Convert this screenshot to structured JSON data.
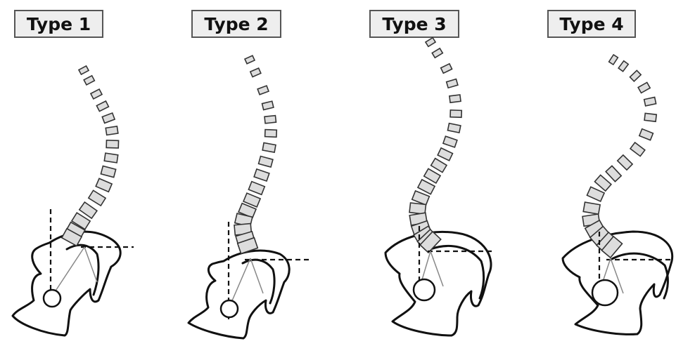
{
  "types": [
    {
      "label": "Type 1"
    },
    {
      "label": "Type 2"
    },
    {
      "label": "Type 3"
    },
    {
      "label": "Type 4"
    }
  ]
}
